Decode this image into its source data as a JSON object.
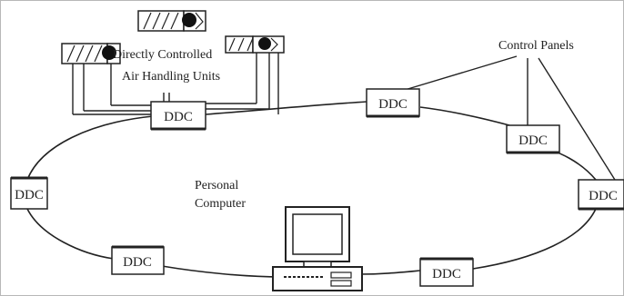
{
  "labels": {
    "ahu_line1": "Directly Controlled",
    "ahu_line2": "Air Handling Units",
    "control_panels": "Control Panels",
    "pc_line1": "Personal",
    "pc_line2": "Computer"
  },
  "nodes": {
    "ddc_top": "DDC",
    "ddc_mid": "DDC",
    "ddc_right_upper": "DDC",
    "ddc_far_right": "DDC",
    "ddc_left": "DDC",
    "ddc_bottom_left": "DDC",
    "ddc_bottom_right": "DDC"
  }
}
